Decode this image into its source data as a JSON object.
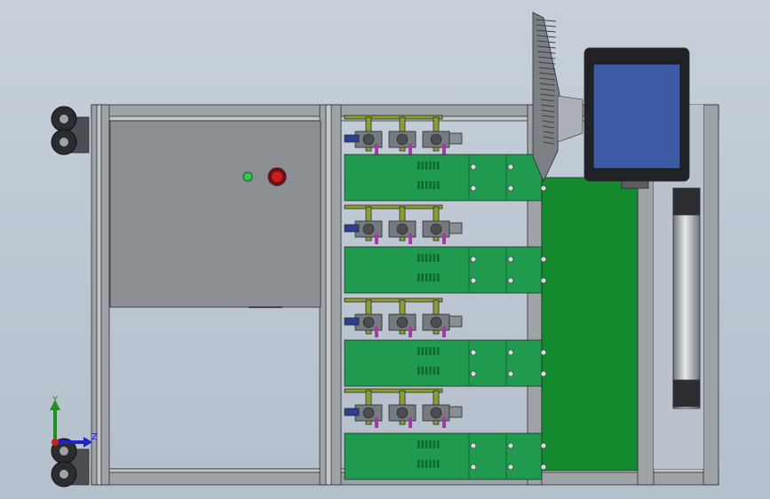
{
  "viewport": {
    "background_top": "#c7d0da",
    "background_bottom": "#b3bfcb"
  },
  "colors": {
    "frame": "#9ea3a7",
    "frame_dark": "#5a5e62",
    "panel": "#8c8f93",
    "pcb": "#1f9a4f",
    "pcb_dark": "#0f6a30",
    "backplane": "#138a2e",
    "screen": "#3d5aa6",
    "bezel": "#202226",
    "led_green": "#2fc94b",
    "button_red": "#cc1e1e",
    "accent_purple": "#a43ca1",
    "accent_blue": "#2a3f8f",
    "olive": "#8b9e2e",
    "axis_x": "#cc2020",
    "axis_y": "#1f8f1f",
    "axis_z": "#2020cc"
  },
  "triad": {
    "y_label": "Y",
    "z_label": "Z"
  },
  "parts": {
    "casters": 2,
    "board_rows": 4,
    "clamp_units_per_row": 3
  }
}
